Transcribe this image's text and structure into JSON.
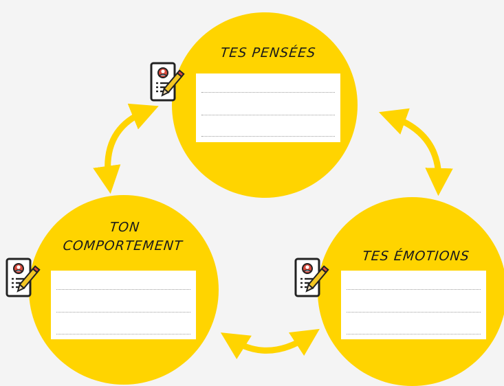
{
  "nodes": {
    "thoughts": {
      "label": "TES PENSÉES",
      "icon": "document-pencil-icon"
    },
    "behaviour": {
      "label_line1": "TON",
      "label_line2": "COMPORTEMENT",
      "icon": "document-pencil-icon"
    },
    "emotions": {
      "label": "TES ÉMOTIONS",
      "icon": "document-pencil-icon"
    }
  },
  "colors": {
    "circle": "#ffd400",
    "background": "#f4f4f4",
    "card": "#ffffff",
    "icon_accent": "#d94a3d",
    "pencil": "#f3c623"
  },
  "arrows": [
    {
      "from": "behaviour",
      "to": "thoughts",
      "style": "double-headed"
    },
    {
      "from": "thoughts",
      "to": "emotions",
      "style": "double-headed"
    },
    {
      "from": "behaviour",
      "to": "emotions",
      "style": "double-headed"
    }
  ]
}
